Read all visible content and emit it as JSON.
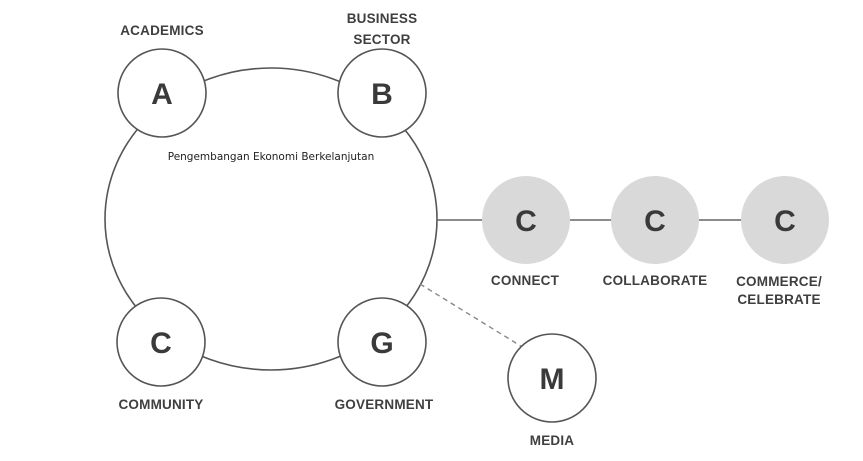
{
  "center_label": "Pengembangan Ekonomi Berkelanjutan",
  "colors": {
    "stroke": "#555555",
    "line": "#666666",
    "c_fill": "#d9d9d9",
    "plain_fill": "#ffffff"
  },
  "nodes": {
    "academics": {
      "letter": "A",
      "label": "ACADEMICS"
    },
    "business": {
      "letter": "B",
      "label_line1": "BUSINESS",
      "label_line2": "SECTOR"
    },
    "community": {
      "letter": "C",
      "label": "COMMUNITY"
    },
    "government": {
      "letter": "G",
      "label": "GOVERNMENT"
    },
    "media": {
      "letter": "M",
      "label": "MEDIA"
    },
    "connect": {
      "letter": "C",
      "label": "CONNECT"
    },
    "collaborate": {
      "letter": "C",
      "label": "COLLABORATE"
    },
    "commerce": {
      "letter": "C",
      "label_line1": "COMMERCE/",
      "label_line2": "CELEBRATE"
    }
  }
}
